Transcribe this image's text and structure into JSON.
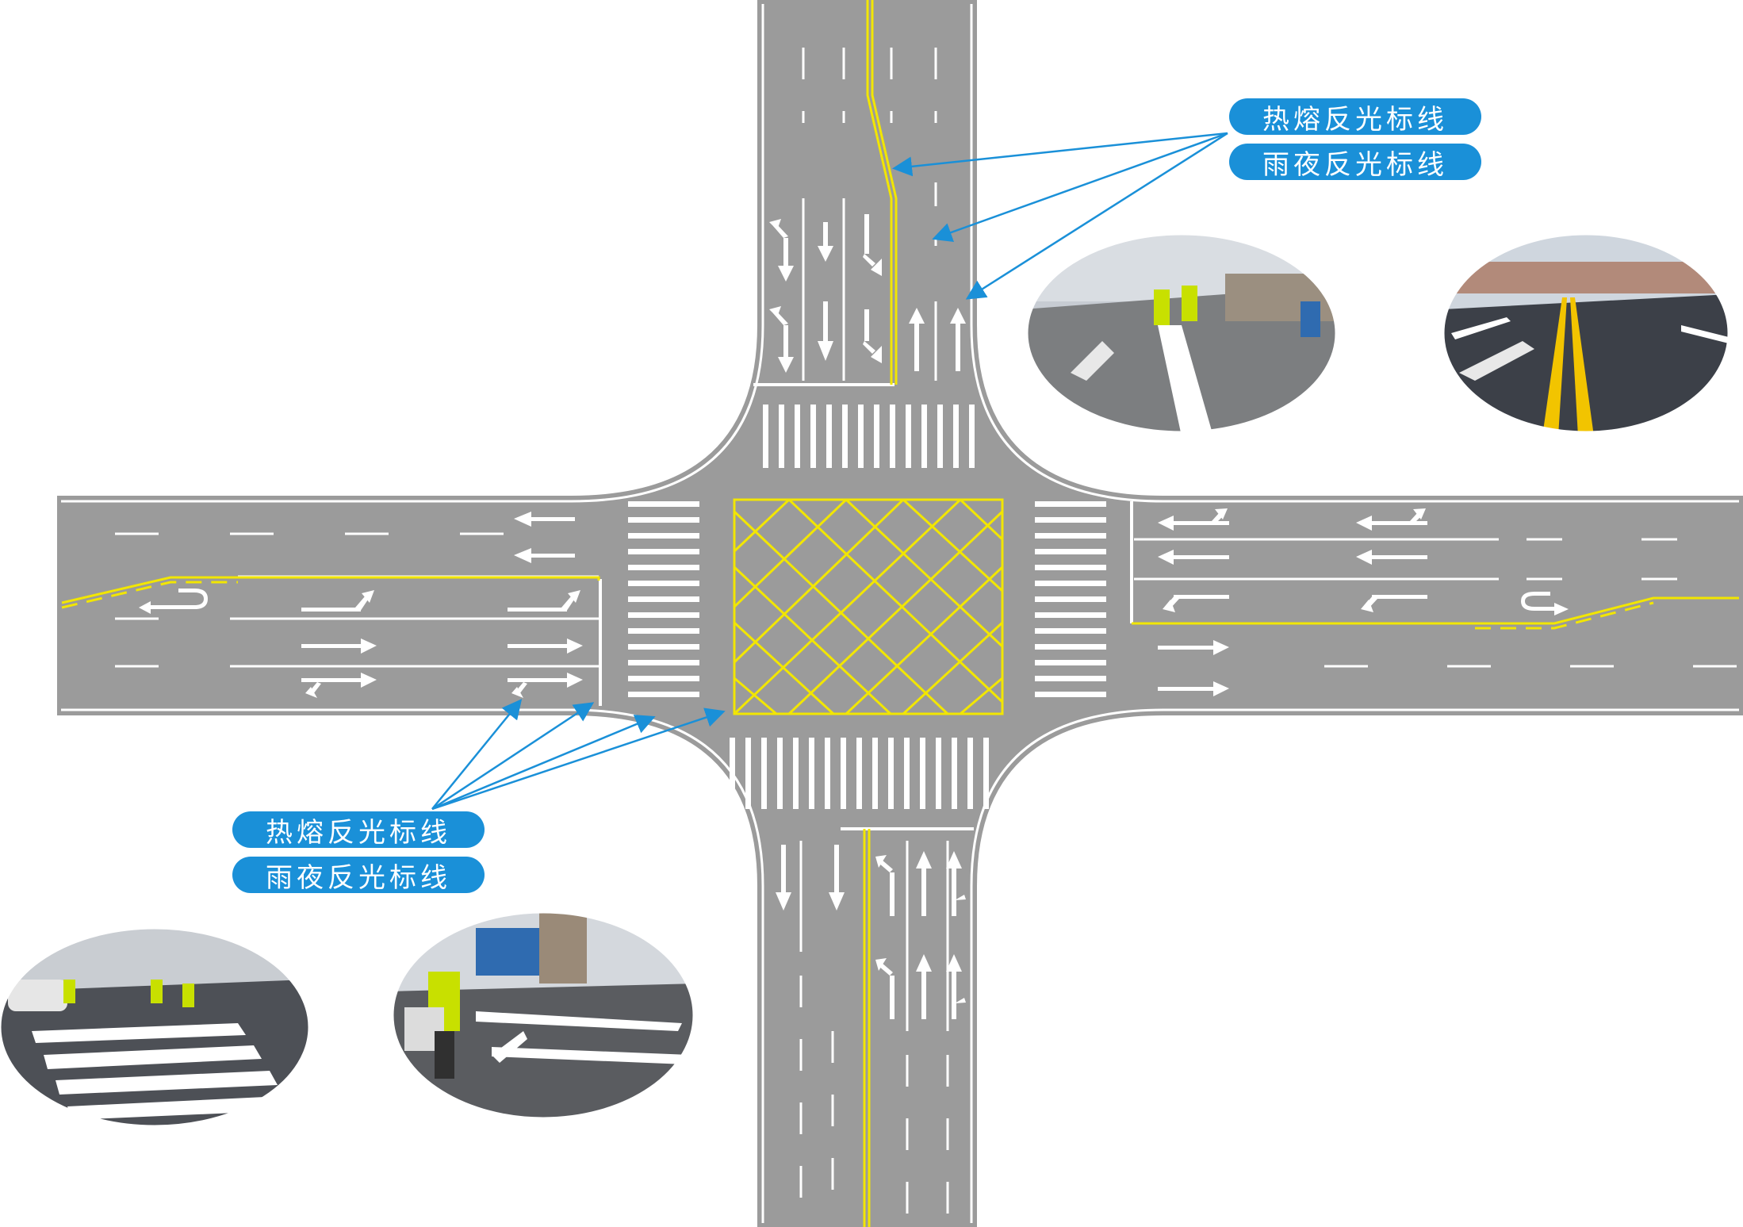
{
  "labels": {
    "top": {
      "line1": "热熔反光标线",
      "line2": "雨夜反光标线"
    },
    "bottom": {
      "line1": "热熔反光标线",
      "line2": "雨夜反光标线"
    }
  },
  "colors": {
    "road": "#9b9b9b",
    "road_edge": "#6e6e6e",
    "marking_white": "#ffffff",
    "marking_yellow": "#f2e600",
    "label_blue": "#1a90d8",
    "leader_line": "#1a90d8"
  },
  "photos": [
    {
      "scene": "workers-painting-lane-line"
    },
    {
      "scene": "double-yellow-center-line"
    },
    {
      "scene": "workers-painting-crosswalk"
    },
    {
      "scene": "worker-with-marking-machine"
    }
  ]
}
